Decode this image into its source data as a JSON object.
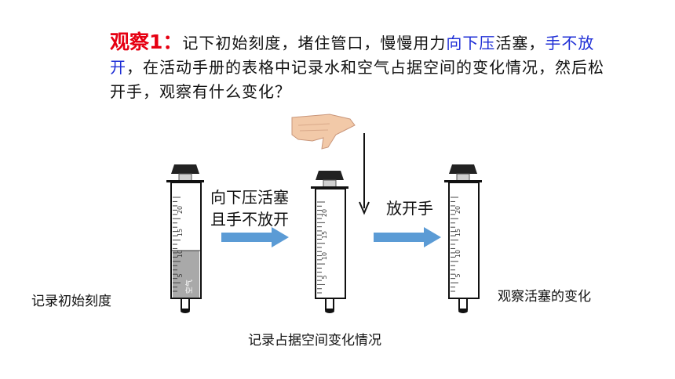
{
  "instruction": {
    "heading": "观察1：",
    "seg1": "记下初始刻度，堵住管口，慢慢用力",
    "emph1": "向下压",
    "seg2": "活塞，",
    "emph2": "手不放开",
    "seg3": "，在活动手册的表格中记录水和空气占据空间的变化情况，然后松开手，观察有什么变化？"
  },
  "labels": {
    "left": "记录初始刻度",
    "middle": "记录占据空间变化情况",
    "right": "观察活塞的变化"
  },
  "arrows": {
    "first_line1": "向下压活塞",
    "first_line2": "且手不放开",
    "second": "放开手"
  },
  "syringe_scale": [
    "20",
    "15",
    "10",
    "5"
  ],
  "syringe_content_label": "空气",
  "colors": {
    "heading": "#e60012",
    "emphasis": "#1f2fd6",
    "arrow": "#5b9bd5",
    "water": "#a9a9a9"
  },
  "icons": [
    "hand-icon",
    "down-arrow-icon",
    "syringe-icon",
    "right-arrow-icon"
  ]
}
